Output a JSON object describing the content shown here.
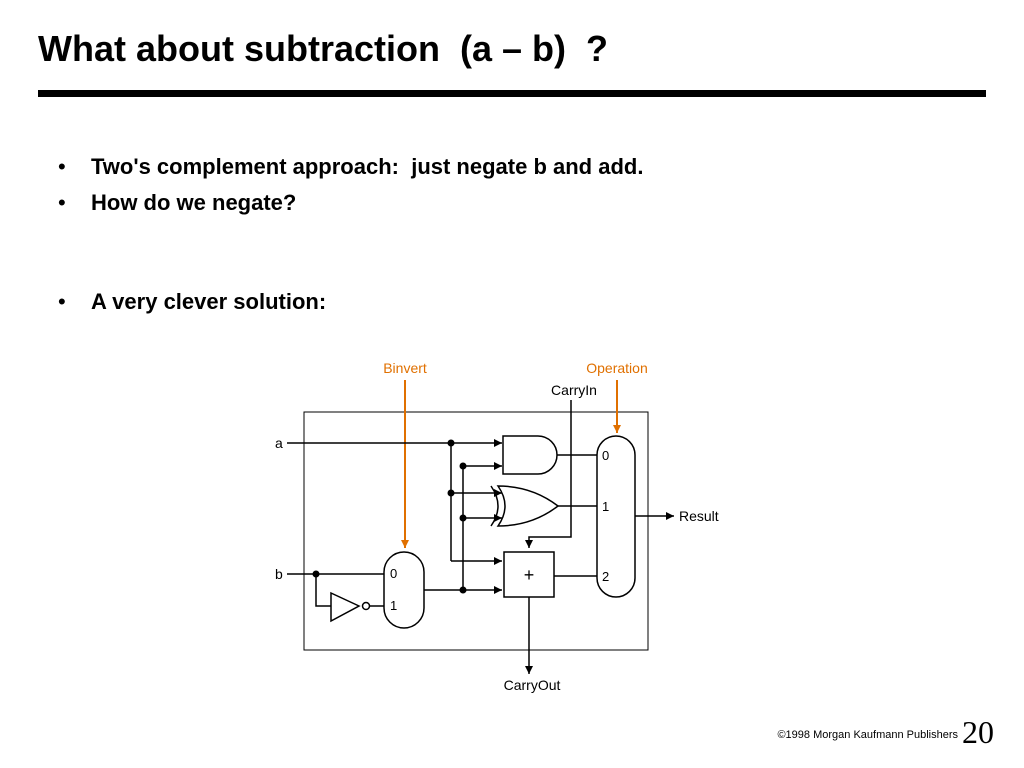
{
  "slide": {
    "title": "What about subtraction  (a – b)  ?",
    "bullets": [
      "Two's complement approach:  just negate b and add.",
      "How do we negate?",
      "A very clever solution:"
    ],
    "bullet_symbol": "•",
    "footer": "©1998 Morgan Kaufmann Publishers",
    "page_number": "20"
  },
  "diagram": {
    "inputs": {
      "a": "a",
      "b": "b"
    },
    "controls": {
      "binvert": "Binvert",
      "operation": "Operation",
      "carry_in": "CarryIn"
    },
    "outputs": {
      "result": "Result",
      "carry_out": "CarryOut"
    },
    "binvert_mux_ports": [
      "0",
      "1"
    ],
    "operation_mux_ports": [
      "0",
      "1",
      "2"
    ],
    "adder_symbol": "+",
    "control_color": "#E07000"
  }
}
